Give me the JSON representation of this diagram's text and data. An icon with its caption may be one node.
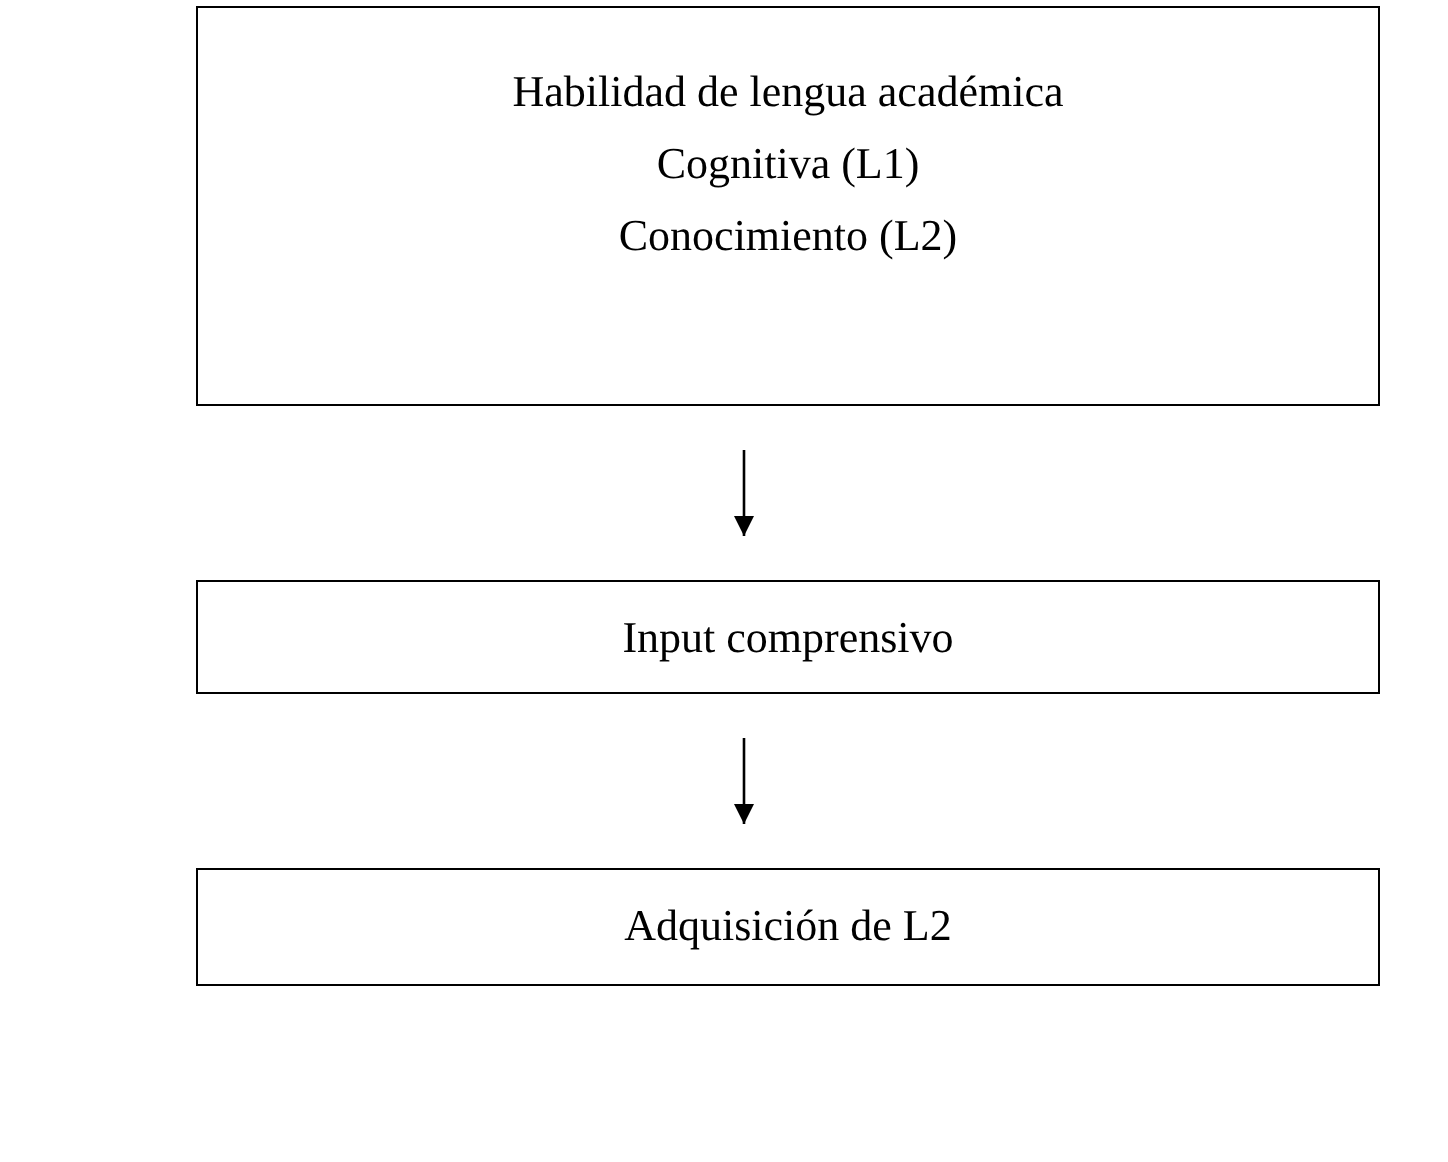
{
  "diagram": {
    "nodes": [
      {
        "text": [
          "Habilidad de lengua académica",
          "Cognitiva (L1)",
          "Conocimiento (L2)"
        ]
      },
      {
        "text": [
          "Input comprensivo"
        ]
      },
      {
        "text": [
          "Adquisición de L2"
        ]
      }
    ],
    "edges": [
      {
        "from": 0,
        "to": 1,
        "arrow": "to"
      },
      {
        "from": 1,
        "to": 2,
        "arrow": "to"
      }
    ]
  }
}
